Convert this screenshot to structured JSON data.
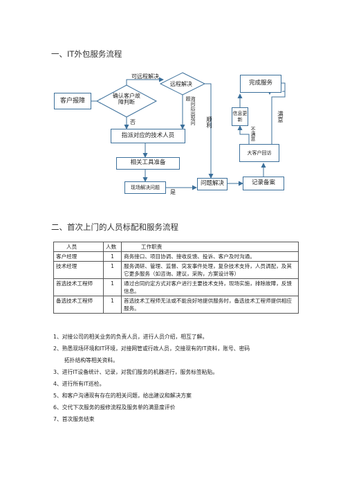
{
  "section1": {
    "title": "一、IT外包服务流程"
  },
  "flow": {
    "customer_report": "客户报障",
    "confirm_fault": "确认客户故障判断",
    "remote_label": "可远程解决",
    "remote_solve": "远程解决",
    "no_label": "否",
    "vertical_note": "询问后出现问题",
    "assign_tech": "指派对应的技术人员",
    "smooth_label": "顺利",
    "tools_prep": "相关工具准备",
    "onsite_solve": "现场解决问题",
    "yes_label": "是",
    "problem_solved": "问题解决",
    "record_filing": "记录备案",
    "big_customer_visit": "大客户回访",
    "info_update": "信息更新",
    "unsatisfied": "不满意",
    "satisfied": "满意",
    "complete_service": "完成服务"
  },
  "section2": {
    "title": "二、首次上门的人员标配和服务流程"
  },
  "staff_table": {
    "headers": [
      "人员",
      "人数",
      "工作职责"
    ],
    "rows": [
      [
        "客户经理",
        "1",
        "商务接口、项目协调、接收反馈、投诉、客户及时沟通。"
      ],
      [
        "技术经理",
        "1",
        "服务调研、管理、监督、突发事件处理，复杂技术支持，人员调配，及其它更多服务（如咨询、建议，采购，方案设计等）"
      ],
      [
        "首选技术工程师",
        "1",
        "通过合同约定方式对客户进行主要技术支持，现场实施，排除故障，反馈信息。"
      ],
      [
        "备选技术工程师",
        "1",
        "首选技术工程师无法或不能良好地提供服务时，备选技术工程师提供相应服务。"
      ]
    ]
  },
  "steps": [
    "1、对接公司的相关业务的负责人员，进行人员介绍，相互了解。",
    "2、熟悉现场环境和IT环境，对接网管或行政人员，交接现有的IT资料，账号、密码",
    "拓扑结构等相关资料。",
    "3、进行IT设备统计、记录，对我们服务的机器进行，服务标签粘贴。",
    "4、进行所有IT巡检。",
    "5、和客户沟通现有存在的相关问题，给出建议和解决方案",
    "6、交代下次服务的报修流程及服务单的满意度评价",
    "7、首次服务结束"
  ]
}
